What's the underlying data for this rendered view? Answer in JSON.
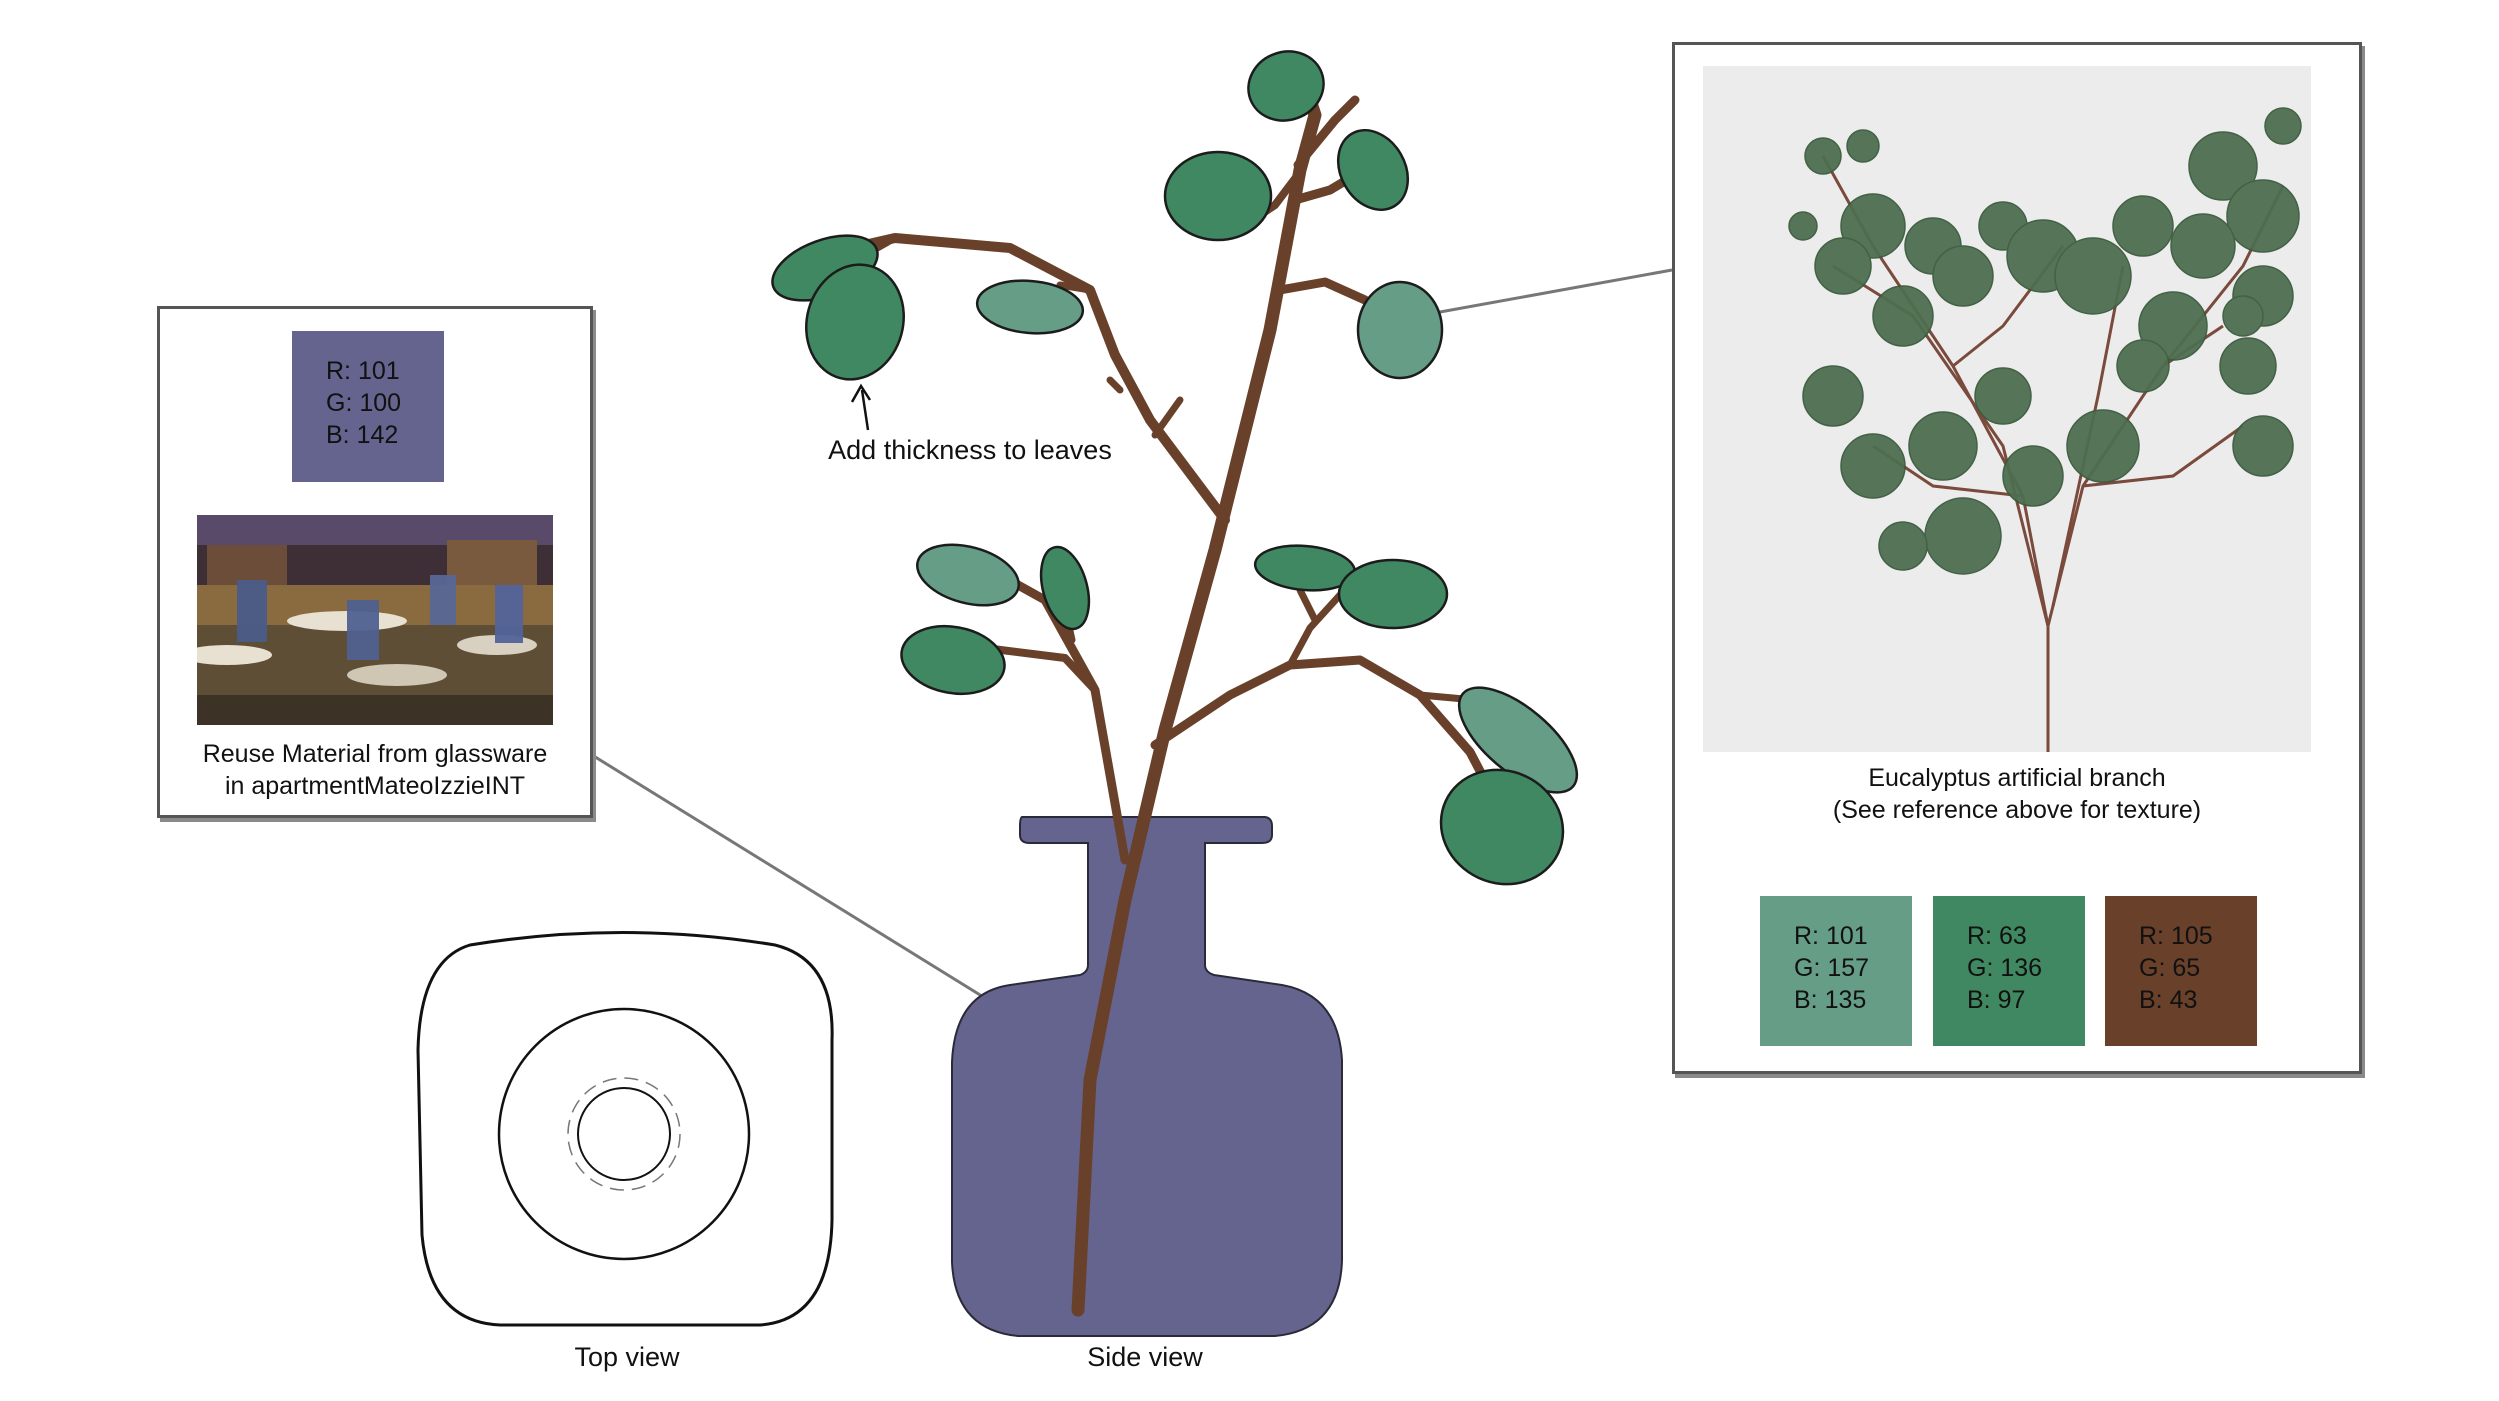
{
  "annotation": {
    "text": "Add thickness to leaves"
  },
  "glass_card": {
    "swatch": {
      "color": "#65648E",
      "r": "R: 101",
      "g": "G: 100",
      "b": "B: 142"
    },
    "photo": {
      "icon": "glassware-photo"
    },
    "caption_line1": "Reuse Material from glassware",
    "caption_line2": "in apartmentMateoIzzieINT"
  },
  "reference_card": {
    "photo": {
      "icon": "eucalyptus-photo"
    },
    "caption_line1": "Eucalyptus artificial branch",
    "caption_line2": "(See reference above for texture)",
    "swatches": [
      {
        "color": "#659D87",
        "r": "R: 101",
        "g": "G: 157",
        "b": "B: 135"
      },
      {
        "color": "#3F8861",
        "r": "R: 63",
        "g": "G: 136",
        "b": "B: 97"
      },
      {
        "color": "#69412B",
        "r": "R: 105",
        "g": "G: 65",
        "b": "B: 43"
      }
    ]
  },
  "views": {
    "top": "Top view",
    "side": "Side view"
  }
}
